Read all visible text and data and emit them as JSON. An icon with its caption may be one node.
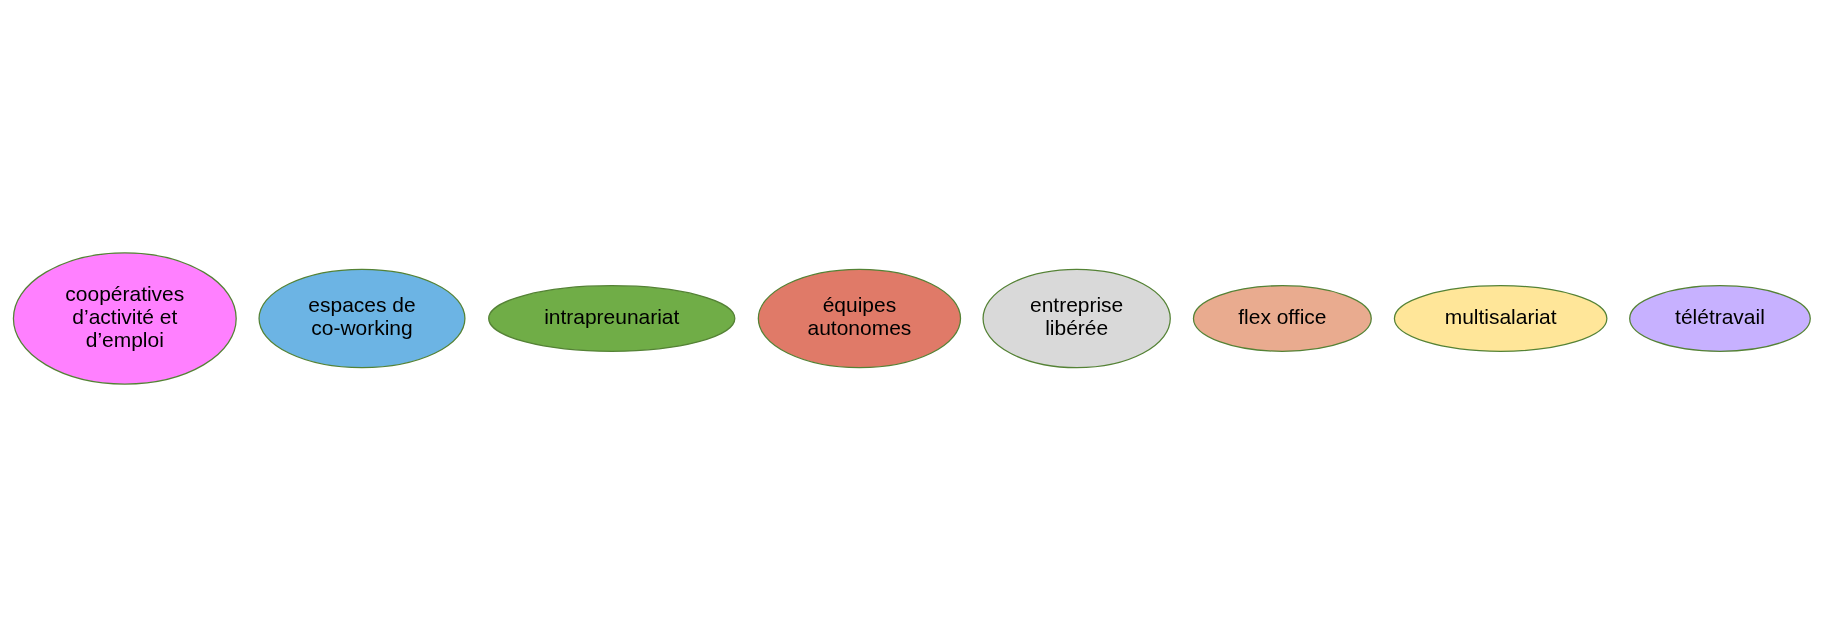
{
  "diagram": {
    "nodes": [
      {
        "text": [
          "coopératives d’activité et d’emploi"
        ]
      },
      {
        "text": [
          "espaces de co-working"
        ]
      },
      {
        "text": [
          "intrapreunariat"
        ]
      },
      {
        "text": [
          "équipes autonomes"
        ]
      },
      {
        "text": [
          "entreprise libérée"
        ]
      },
      {
        "text": [
          "flex office"
        ]
      },
      {
        "text": [
          "multisalariat"
        ]
      },
      {
        "text": [
          "télétravail"
        ]
      }
    ]
  }
}
